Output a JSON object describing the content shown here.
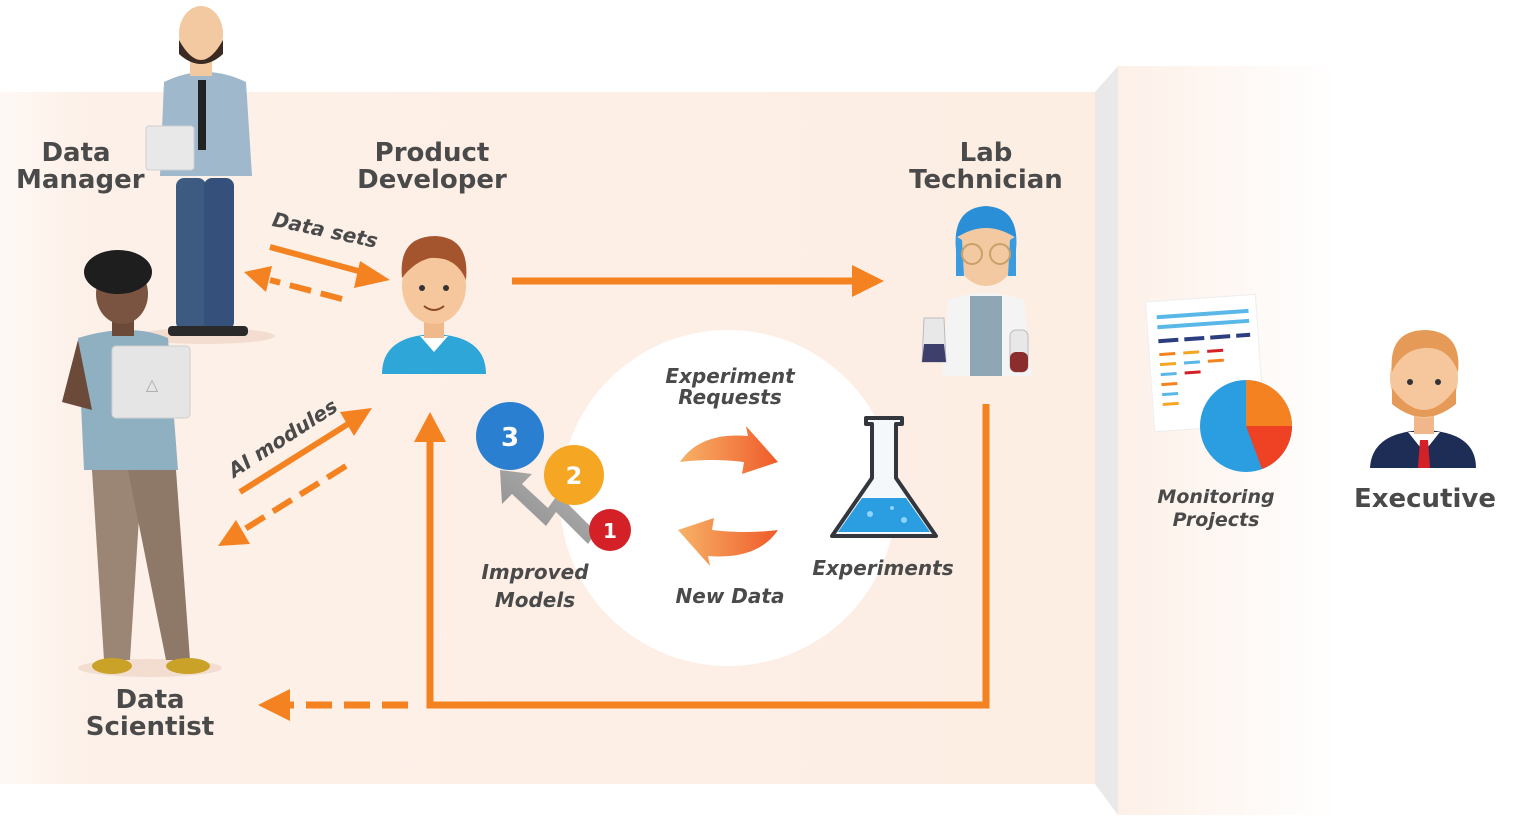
{
  "colors": {
    "accent": "#f58220",
    "panel": "#fdf0e8",
    "text": "#4a4a4a",
    "circle": "#ffffff",
    "flask_liquid": "#2a9ee0",
    "badge_blue": "#2b7fd0",
    "badge_orange": "#f5a623",
    "badge_red": "#d42027"
  },
  "roles": {
    "data_manager": {
      "line1": "Data",
      "line2": "Manager"
    },
    "product_developer": {
      "line1": "Product",
      "line2": "Developer"
    },
    "lab_technician": {
      "line1": "Lab",
      "line2": "Technician"
    },
    "data_scientist": "Data Scientist",
    "executive": "Executive"
  },
  "flows": {
    "data_sets": "Data sets",
    "ai_modules": "AI modules",
    "experiment_requests": {
      "line1": "Experiment",
      "line2": "Requests"
    },
    "new_data": "New Data",
    "improved_models": {
      "line1": "Improved",
      "line2": "Models"
    },
    "experiments": "Experiments",
    "monitoring_projects": {
      "line1": "Monitoring",
      "line2": "Projects"
    }
  },
  "badges": [
    "3",
    "2",
    "1"
  ]
}
